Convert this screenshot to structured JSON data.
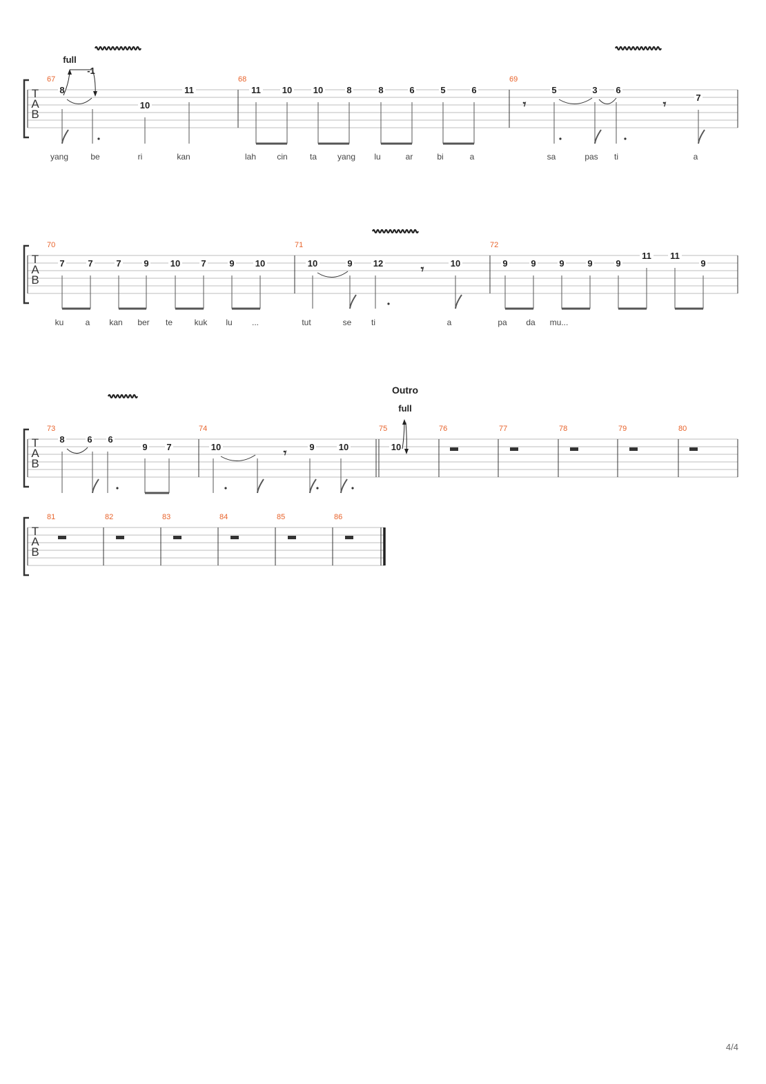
{
  "page_number": "4/4",
  "section_label": "Outro",
  "tab_letters": [
    "T",
    "A",
    "B"
  ],
  "annotations": {
    "bend_full": "full",
    "bend_release": "-1"
  },
  "colors": {
    "measure_number": "#e8632b",
    "staff_line": "#bdbdbd",
    "ink": "#222222"
  },
  "systems": [
    {
      "measures": [
        {
          "number": "67",
          "notes": [
            "8",
            "10",
            "11"
          ]
        },
        {
          "number": "68",
          "notes": [
            "11",
            "10",
            "10",
            "8",
            "8",
            "6",
            "5",
            "6"
          ]
        },
        {
          "number": "69",
          "notes": [
            "5",
            "3",
            "6",
            "7"
          ]
        }
      ],
      "lyrics": [
        "yang",
        "be",
        "ri",
        "kan",
        "lah",
        "cin",
        "ta",
        "yang",
        "lu",
        "ar",
        "bi",
        "a",
        "sa",
        "pas",
        "ti",
        "a"
      ]
    },
    {
      "measures": [
        {
          "number": "70",
          "notes": [
            "7",
            "7",
            "7",
            "9",
            "10",
            "7",
            "9",
            "10"
          ]
        },
        {
          "number": "71",
          "notes": [
            "10",
            "9",
            "12",
            "10"
          ]
        },
        {
          "number": "72",
          "notes": [
            "9",
            "9",
            "9",
            "9",
            "9",
            "11",
            "11",
            "9"
          ]
        }
      ],
      "lyrics": [
        "ku",
        "a",
        "kan",
        "ber",
        "te",
        "kuk",
        "lu",
        "...",
        "tut",
        "se",
        "ti",
        "a",
        "pa",
        "da",
        "mu..."
      ]
    },
    {
      "measures": [
        {
          "number": "73",
          "notes": [
            "8",
            "6",
            "6",
            "9",
            "7"
          ]
        },
        {
          "number": "74",
          "notes": [
            "10",
            "9",
            "10"
          ]
        },
        {
          "number": "75",
          "notes": [
            "10"
          ]
        },
        {
          "number": "76",
          "notes": []
        },
        {
          "number": "77",
          "notes": []
        },
        {
          "number": "78",
          "notes": []
        },
        {
          "number": "79",
          "notes": []
        },
        {
          "number": "80",
          "notes": []
        }
      ],
      "lyrics": []
    },
    {
      "measures": [
        {
          "number": "81",
          "notes": []
        },
        {
          "number": "82",
          "notes": []
        },
        {
          "number": "83",
          "notes": []
        },
        {
          "number": "84",
          "notes": []
        },
        {
          "number": "85",
          "notes": []
        },
        {
          "number": "86",
          "notes": []
        }
      ],
      "lyrics": []
    }
  ]
}
